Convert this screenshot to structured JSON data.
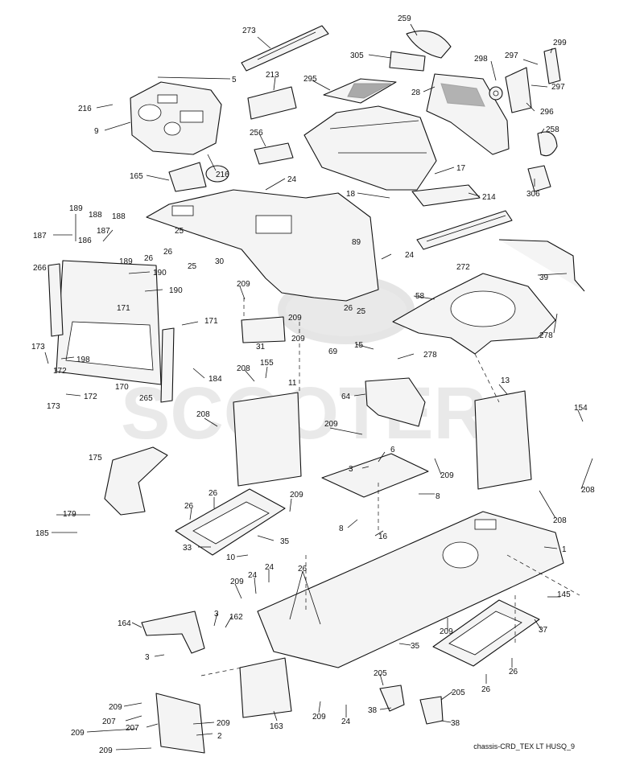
{
  "caption": "chassis-CRD_TEX LT HUSQ_9",
  "watermark": "SCOOTER",
  "colors": {
    "line": "#111111",
    "fill": "#f4f4f4",
    "watermark": "#d8d8d8"
  },
  "callouts": [
    {
      "id": "c273",
      "text": "273"
    },
    {
      "id": "c259",
      "text": "259"
    },
    {
      "id": "c299",
      "text": "299"
    },
    {
      "id": "c305",
      "text": "305"
    },
    {
      "id": "c297a",
      "text": "297"
    },
    {
      "id": "c298",
      "text": "298"
    },
    {
      "id": "c297b",
      "text": "297"
    },
    {
      "id": "c28",
      "text": "28"
    },
    {
      "id": "c296",
      "text": "296"
    },
    {
      "id": "c5",
      "text": "5"
    },
    {
      "id": "c213",
      "text": "213"
    },
    {
      "id": "c295",
      "text": "295"
    },
    {
      "id": "c216a",
      "text": "216"
    },
    {
      "id": "c9",
      "text": "9"
    },
    {
      "id": "c256",
      "text": "256"
    },
    {
      "id": "c258",
      "text": "258"
    },
    {
      "id": "c216b",
      "text": "216"
    },
    {
      "id": "c17",
      "text": "17"
    },
    {
      "id": "c165",
      "text": "165"
    },
    {
      "id": "c24a",
      "text": "24"
    },
    {
      "id": "c18",
      "text": "18"
    },
    {
      "id": "c214",
      "text": "214"
    },
    {
      "id": "c306",
      "text": "306"
    },
    {
      "id": "c189a",
      "text": "189"
    },
    {
      "id": "c188a",
      "text": "188"
    },
    {
      "id": "c188b",
      "text": "188"
    },
    {
      "id": "c187a",
      "text": "187"
    },
    {
      "id": "c187b",
      "text": "187"
    },
    {
      "id": "c186",
      "text": "186"
    },
    {
      "id": "c25a",
      "text": "25"
    },
    {
      "id": "c89",
      "text": "89"
    },
    {
      "id": "c26a",
      "text": "26"
    },
    {
      "id": "c26b",
      "text": "26"
    },
    {
      "id": "c189b",
      "text": "189"
    },
    {
      "id": "c25b",
      "text": "25"
    },
    {
      "id": "c30",
      "text": "30"
    },
    {
      "id": "c24b",
      "text": "24"
    },
    {
      "id": "c272",
      "text": "272"
    },
    {
      "id": "c266",
      "text": "266"
    },
    {
      "id": "c190a",
      "text": "190"
    },
    {
      "id": "c39",
      "text": "39"
    },
    {
      "id": "c209a",
      "text": "209"
    },
    {
      "id": "c190b",
      "text": "190"
    },
    {
      "id": "c26c",
      "text": "26"
    },
    {
      "id": "c25c",
      "text": "25"
    },
    {
      "id": "c58",
      "text": "58"
    },
    {
      "id": "c171a",
      "text": "171"
    },
    {
      "id": "c209b",
      "text": "209"
    },
    {
      "id": "c171b",
      "text": "171"
    },
    {
      "id": "c209c",
      "text": "209"
    },
    {
      "id": "c278a",
      "text": "278"
    },
    {
      "id": "c31",
      "text": "31"
    },
    {
      "id": "c69",
      "text": "69"
    },
    {
      "id": "c173a",
      "text": "173"
    },
    {
      "id": "c15",
      "text": "15"
    },
    {
      "id": "c278b",
      "text": "278"
    },
    {
      "id": "c198",
      "text": "198"
    },
    {
      "id": "c155",
      "text": "155"
    },
    {
      "id": "c172a",
      "text": "172"
    },
    {
      "id": "c208a",
      "text": "208"
    },
    {
      "id": "c184",
      "text": "184"
    },
    {
      "id": "c11",
      "text": "11"
    },
    {
      "id": "c13",
      "text": "13"
    },
    {
      "id": "c170",
      "text": "170"
    },
    {
      "id": "c64",
      "text": "64"
    },
    {
      "id": "c172b",
      "text": "172"
    },
    {
      "id": "c265",
      "text": "265"
    },
    {
      "id": "c154",
      "text": "154"
    },
    {
      "id": "c173b",
      "text": "173"
    },
    {
      "id": "c208b",
      "text": "208"
    },
    {
      "id": "c209d",
      "text": "209"
    },
    {
      "id": "c6",
      "text": "6"
    },
    {
      "id": "c175",
      "text": "175"
    },
    {
      "id": "c3a",
      "text": "3"
    },
    {
      "id": "c209e",
      "text": "209"
    },
    {
      "id": "c208c",
      "text": "208"
    },
    {
      "id": "c26d",
      "text": "26"
    },
    {
      "id": "c209f",
      "text": "209"
    },
    {
      "id": "c8a",
      "text": "8"
    },
    {
      "id": "c26e",
      "text": "26"
    },
    {
      "id": "c179",
      "text": "179"
    },
    {
      "id": "c208d",
      "text": "208"
    },
    {
      "id": "c8b",
      "text": "8"
    },
    {
      "id": "c185",
      "text": "185"
    },
    {
      "id": "c16",
      "text": "16"
    },
    {
      "id": "c35a",
      "text": "35"
    },
    {
      "id": "c33",
      "text": "33"
    },
    {
      "id": "c1",
      "text": "1"
    },
    {
      "id": "c10",
      "text": "10"
    },
    {
      "id": "c24c",
      "text": "24"
    },
    {
      "id": "c26f",
      "text": "26"
    },
    {
      "id": "c209g",
      "text": "209"
    },
    {
      "id": "c24d",
      "text": "24"
    },
    {
      "id": "c145",
      "text": "145"
    },
    {
      "id": "c3b",
      "text": "3"
    },
    {
      "id": "c162",
      "text": "162"
    },
    {
      "id": "c164",
      "text": "164"
    },
    {
      "id": "c37",
      "text": "37"
    },
    {
      "id": "c209h",
      "text": "209"
    },
    {
      "id": "c35b",
      "text": "35"
    },
    {
      "id": "c3c",
      "text": "3"
    },
    {
      "id": "c26g",
      "text": "26"
    },
    {
      "id": "c205a",
      "text": "205"
    },
    {
      "id": "c26h",
      "text": "26"
    },
    {
      "id": "c205b",
      "text": "205"
    },
    {
      "id": "c38a",
      "text": "38"
    },
    {
      "id": "c163",
      "text": "163"
    },
    {
      "id": "c209i",
      "text": "209"
    },
    {
      "id": "c24e",
      "text": "24"
    },
    {
      "id": "c38b",
      "text": "38"
    },
    {
      "id": "c209j",
      "text": "209"
    },
    {
      "id": "c207a",
      "text": "207"
    },
    {
      "id": "c207b",
      "text": "207"
    },
    {
      "id": "c209k",
      "text": "209"
    },
    {
      "id": "c209l",
      "text": "209"
    },
    {
      "id": "c2",
      "text": "2"
    },
    {
      "id": "c209m",
      "text": "209"
    }
  ]
}
